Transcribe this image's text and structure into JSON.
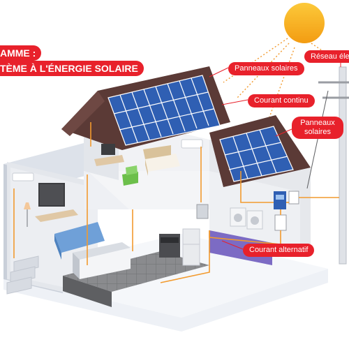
{
  "title": {
    "line1": "AMME :",
    "line2": "TÈME À L'ÉNERGIE SOLAIRE"
  },
  "callouts": {
    "panels_top": "Panneaux solaires",
    "dc_current": "Courant continu",
    "panels_side": "Panneaux solaires",
    "ac_current": "Courant alternatif",
    "grid": "Réseau éle"
  },
  "colors": {
    "accent_red": "#e8212b",
    "wire_orange": "#f29a2e",
    "solar_blue": "#2f5fb3",
    "roof_brown": "#5b3a36",
    "sun_yellow": "#f7b21b",
    "floor_purple": "#7c6bc4",
    "floor_gray": "#6d6e71"
  }
}
